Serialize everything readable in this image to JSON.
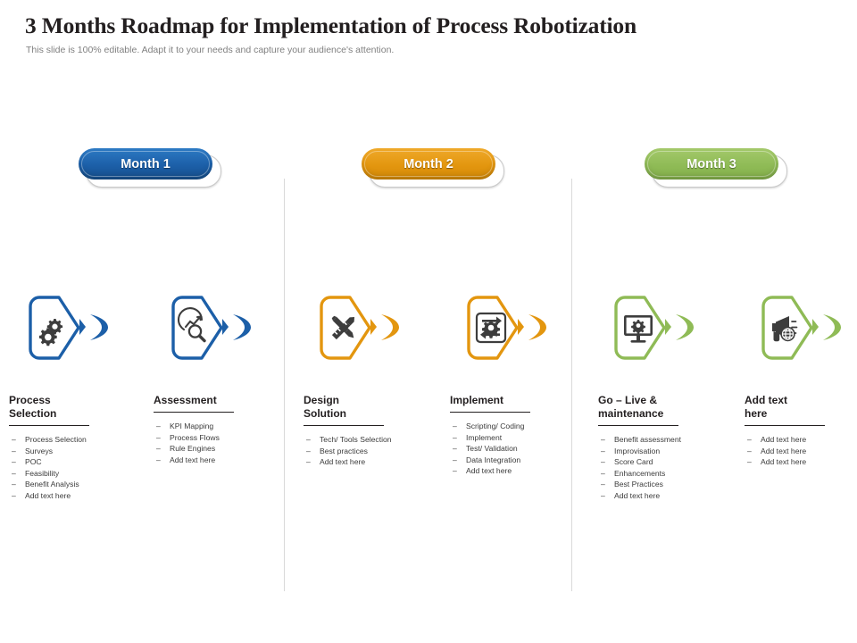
{
  "header": {
    "title": "3 Months Roadmap for Implementation of Process Robotization",
    "subtitle": "This slide is 100% editable. Adapt it to your needs and capture your audience's attention."
  },
  "colors": {
    "blue": "#1c5fa8",
    "orange": "#e3960f",
    "green": "#8fbb56",
    "text": "#231f20",
    "muted": "#808080",
    "divider": "#d9d9d9"
  },
  "phases": [
    {
      "badge_label": "Month 1",
      "color_key": "blue",
      "items": [
        {
          "icon": "gears-icon",
          "heading": "Process\nSelection",
          "bullets": [
            "Process Selection",
            "Surveys",
            "POC",
            "Feasibility",
            "Benefit Analysis",
            "Add text here"
          ]
        },
        {
          "icon": "magnifier-chart-icon",
          "heading": "Assessment",
          "bullets": [
            "KPI Mapping",
            "Process Flows",
            "Rule Engines",
            "Add text here"
          ]
        }
      ]
    },
    {
      "badge_label": "Month 2",
      "color_key": "orange",
      "items": [
        {
          "icon": "pencil-ruler-icon",
          "heading": "Design\nSolution",
          "bullets": [
            "Tech/ Tools Selection",
            "Best practices",
            "Add text here"
          ]
        },
        {
          "icon": "gear-refresh-icon",
          "heading": "Implement",
          "bullets": [
            "Scripting/ Coding",
            "Implement",
            "Test/ Validation",
            "Data Integration",
            "Add text here"
          ]
        }
      ]
    },
    {
      "badge_label": "Month 3",
      "color_key": "green",
      "items": [
        {
          "icon": "monitor-gear-icon",
          "heading": "Go – Live &\nmaintenance",
          "bullets": [
            "Benefit assessment",
            "Improvisation",
            "Score Card",
            "Enhancements",
            "Best Practices",
            "Add text here"
          ]
        },
        {
          "icon": "megaphone-globe-icon",
          "heading": "Add text\nhere",
          "bullets": [
            "Add text here",
            "Add text here",
            "Add text here"
          ]
        }
      ]
    }
  ]
}
